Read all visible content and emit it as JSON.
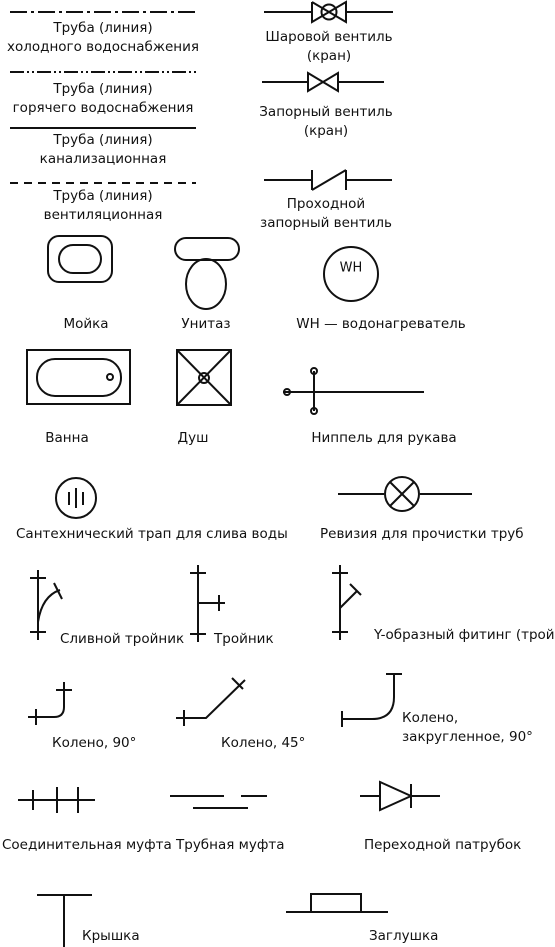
{
  "symbols": [
    {
      "id": "cold_water_pipe",
      "label": "Труба (линия)\nхолодного водоснабжения"
    },
    {
      "id": "hot_water_pipe",
      "label": "Труба (линия)\nгорячего водоснабжения"
    },
    {
      "id": "sewer_pipe",
      "label": "Труба (линия)\nканализационная"
    },
    {
      "id": "vent_pipe",
      "label": "Труба (линия)\nвентиляционная"
    },
    {
      "id": "ball_valve",
      "label": "Шаровой вентиль\n(кран)"
    },
    {
      "id": "shutoff_valve",
      "label": "Запорный вентиль\n(кран)"
    },
    {
      "id": "straight_valve",
      "label": "Проходной\nзапорный вентиль"
    },
    {
      "id": "sink",
      "label": "Мойка"
    },
    {
      "id": "toilet",
      "label": "Унитаз"
    },
    {
      "id": "water_heater",
      "label": "WH — водонагреватель",
      "symbol_text": "WH"
    },
    {
      "id": "bathtub",
      "label": "Ванна"
    },
    {
      "id": "shower",
      "label": "Душ"
    },
    {
      "id": "hose_nipple",
      "label": "Ниппель для рукава"
    },
    {
      "id": "floor_drain",
      "label": "Сантехнический трап для слива воды"
    },
    {
      "id": "cleanout",
      "label": "Ревизия для прочистки труб"
    },
    {
      "id": "drain_tee",
      "label": "Сливной тройник"
    },
    {
      "id": "tee",
      "label": "Тройник"
    },
    {
      "id": "y_fitting",
      "label": "Y-образный фитинг (тройник)"
    },
    {
      "id": "elbow_90",
      "label": "Колено, 90°"
    },
    {
      "id": "elbow_45",
      "label": "Колено, 45°"
    },
    {
      "id": "long_elbow_90",
      "label": "Колено,\nзакругленное, 90°"
    },
    {
      "id": "coupling",
      "label": "Соединительная муфта"
    },
    {
      "id": "pipe_coupling",
      "label": "Трубная муфта"
    },
    {
      "id": "reducer",
      "label": "Переходной патрубок"
    },
    {
      "id": "cap",
      "label": "Крышка"
    },
    {
      "id": "plug",
      "label": "Заглушка"
    }
  ]
}
